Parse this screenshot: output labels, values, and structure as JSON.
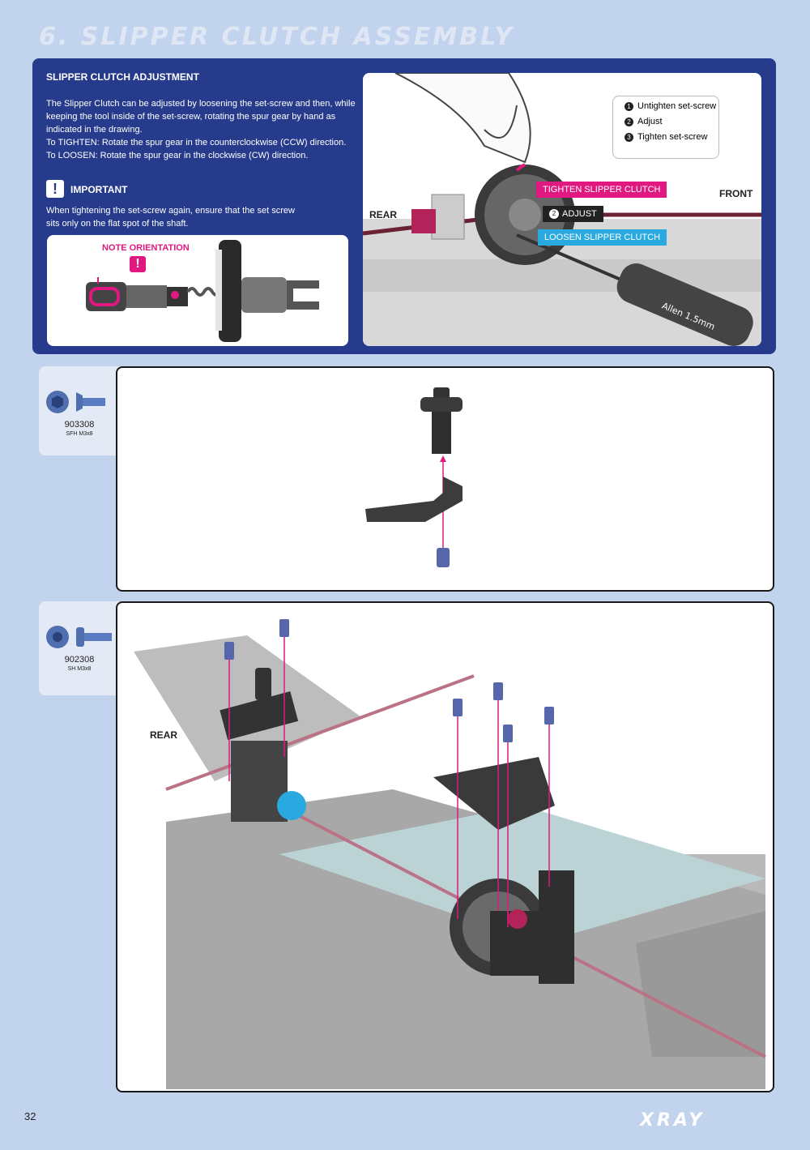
{
  "title": "6. SLIPPER CLUTCH ASSEMBLY",
  "adjustment": {
    "heading": "SLIPPER CLUTCH ADJUSTMENT",
    "intro": "The Slipper Clutch can be adjusted by loosening the set-screw and then, while keeping the tool inside of the set-screw, rotating the spur gear by hand as indicated in the drawing.",
    "tighten": "To TIGHTEN:  Rotate the spur gear in the counterclockwise (CCW) direction.",
    "loosen": "To LOOSEN:  Rotate the spur gear in the clockwise (CW) direction.",
    "important_label": "IMPORTANT",
    "important_text": "When tightening the set-screw again, ensure that the set screw sits only on the flat spot of the shaft.",
    "note_orientation": "NOTE ORIENTATION",
    "legend": [
      "Untighten set-screw",
      "Adjust",
      "Tighten set-screw"
    ],
    "legend_nums": [
      "1",
      "2",
      "3"
    ],
    "tag_tighten": "TIGHTEN SLIPPER CLUTCH",
    "tag_adjust": "ADJUST",
    "tag_adjust_num": "2",
    "tag_loosen": "LOOSEN SLIPPER CLUTCH",
    "rear": "REAR",
    "front": "FRONT",
    "tool_label": "Allen 1.5mm"
  },
  "step1": {
    "part_number": "903308",
    "part_desc": "SFH M3x8"
  },
  "step2": {
    "part_number": "902308",
    "part_desc": "SH M3x8",
    "rear": "REAR"
  },
  "page_number": "32",
  "brand": "XRAY",
  "colors": {
    "panel": "#263b8c",
    "magenta": "#e0187f",
    "cyan": "#2aa9e0",
    "background": "#c2d3ee"
  }
}
